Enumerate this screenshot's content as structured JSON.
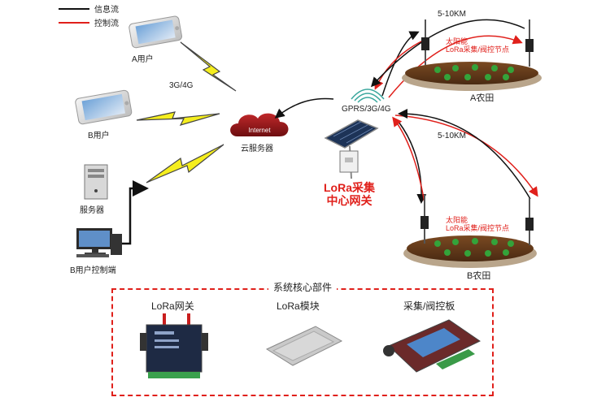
{
  "legend": {
    "info_flow": "信息流",
    "control_flow": "控制流",
    "info_color": "#111111",
    "control_color": "#e0201b"
  },
  "nodes": {
    "user_a": "A用户",
    "user_b": "B用户",
    "server": "服务器",
    "b_control_terminal": "B用户控制端",
    "cloud_server": "云服务器",
    "cloud_text": "Internet",
    "gprs_label": "GPRS/3G/4G",
    "net_3g4g": "3G/4G",
    "gateway_center": "LoRa采集\n中心网关"
  },
  "farms": {
    "a": {
      "name": "A农田",
      "distance": "5-10KM",
      "node_line1": "太阳能",
      "node_line2": "LoRa采集/阀控节点"
    },
    "b": {
      "name": "B农田",
      "distance": "5-10KM",
      "node_line1": "太阳能",
      "node_line2": "LoRa采集/阀控节点"
    }
  },
  "core": {
    "title": "系统核心部件",
    "components": [
      "LoRa网关",
      "LoRa模块",
      "采集/阀控板"
    ]
  },
  "icons": [
    "phone-icon",
    "lightning-icon",
    "cloud-icon",
    "solar-panel-icon",
    "tower-icon",
    "pc-icon",
    "sensor-pole-icon"
  ]
}
